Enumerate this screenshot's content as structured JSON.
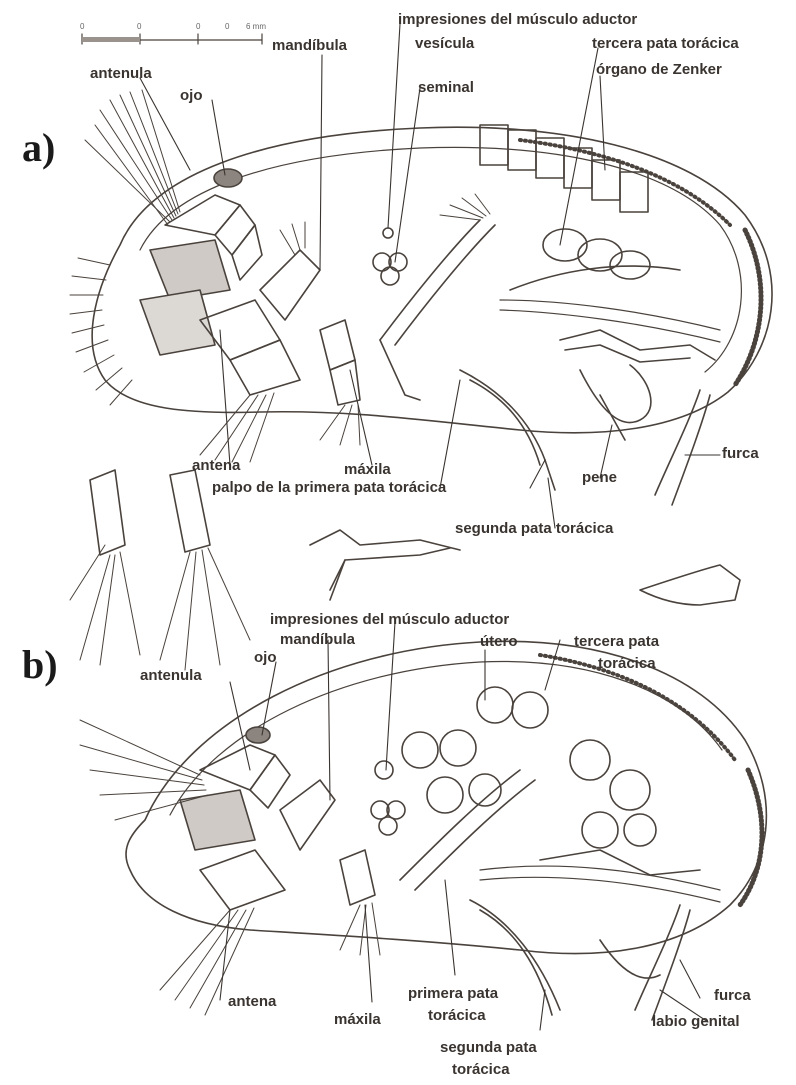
{
  "scale_bar": {
    "ticks": [
      "0",
      "0",
      "0",
      "0",
      "6 mm"
    ]
  },
  "panel_a": {
    "tag": "a)",
    "labels": {
      "antenula": "antenula",
      "ojo": "ojo",
      "mandibula": "mandíbula",
      "impresiones": "impresiones del músculo aductor",
      "vesicula": "vesícula",
      "seminal": "seminal",
      "tercera_pata": "tercera pata torácica",
      "zenker": "órgano de Zenker",
      "antena": "antena",
      "maxila": "máxila",
      "palpo": "palpo de la primera pata torácica",
      "pene": "pene",
      "furca": "furca",
      "segunda_pata": "segunda pata torácica"
    }
  },
  "panel_b": {
    "tag": "b)",
    "labels": {
      "impresiones": "impresiones del músculo aductor",
      "mandibula": "mandíbula",
      "utero": "útero",
      "tercera_pata_1": "tercera pata",
      "tercera_pata_2": "torácica",
      "antenula": "antenula",
      "ojo": "ojo",
      "antena": "antena",
      "maxila": "máxila",
      "primera_pata_1": "primera pata",
      "primera_pata_2": "torácica",
      "furca": "furca",
      "labio": "labio genital",
      "segunda_pata_1": "segunda pata",
      "segunda_pata_2": "torácica"
    }
  },
  "colors": {
    "ink": "#4a423c",
    "label": "#3a3430",
    "shade": "#cfcac6"
  }
}
